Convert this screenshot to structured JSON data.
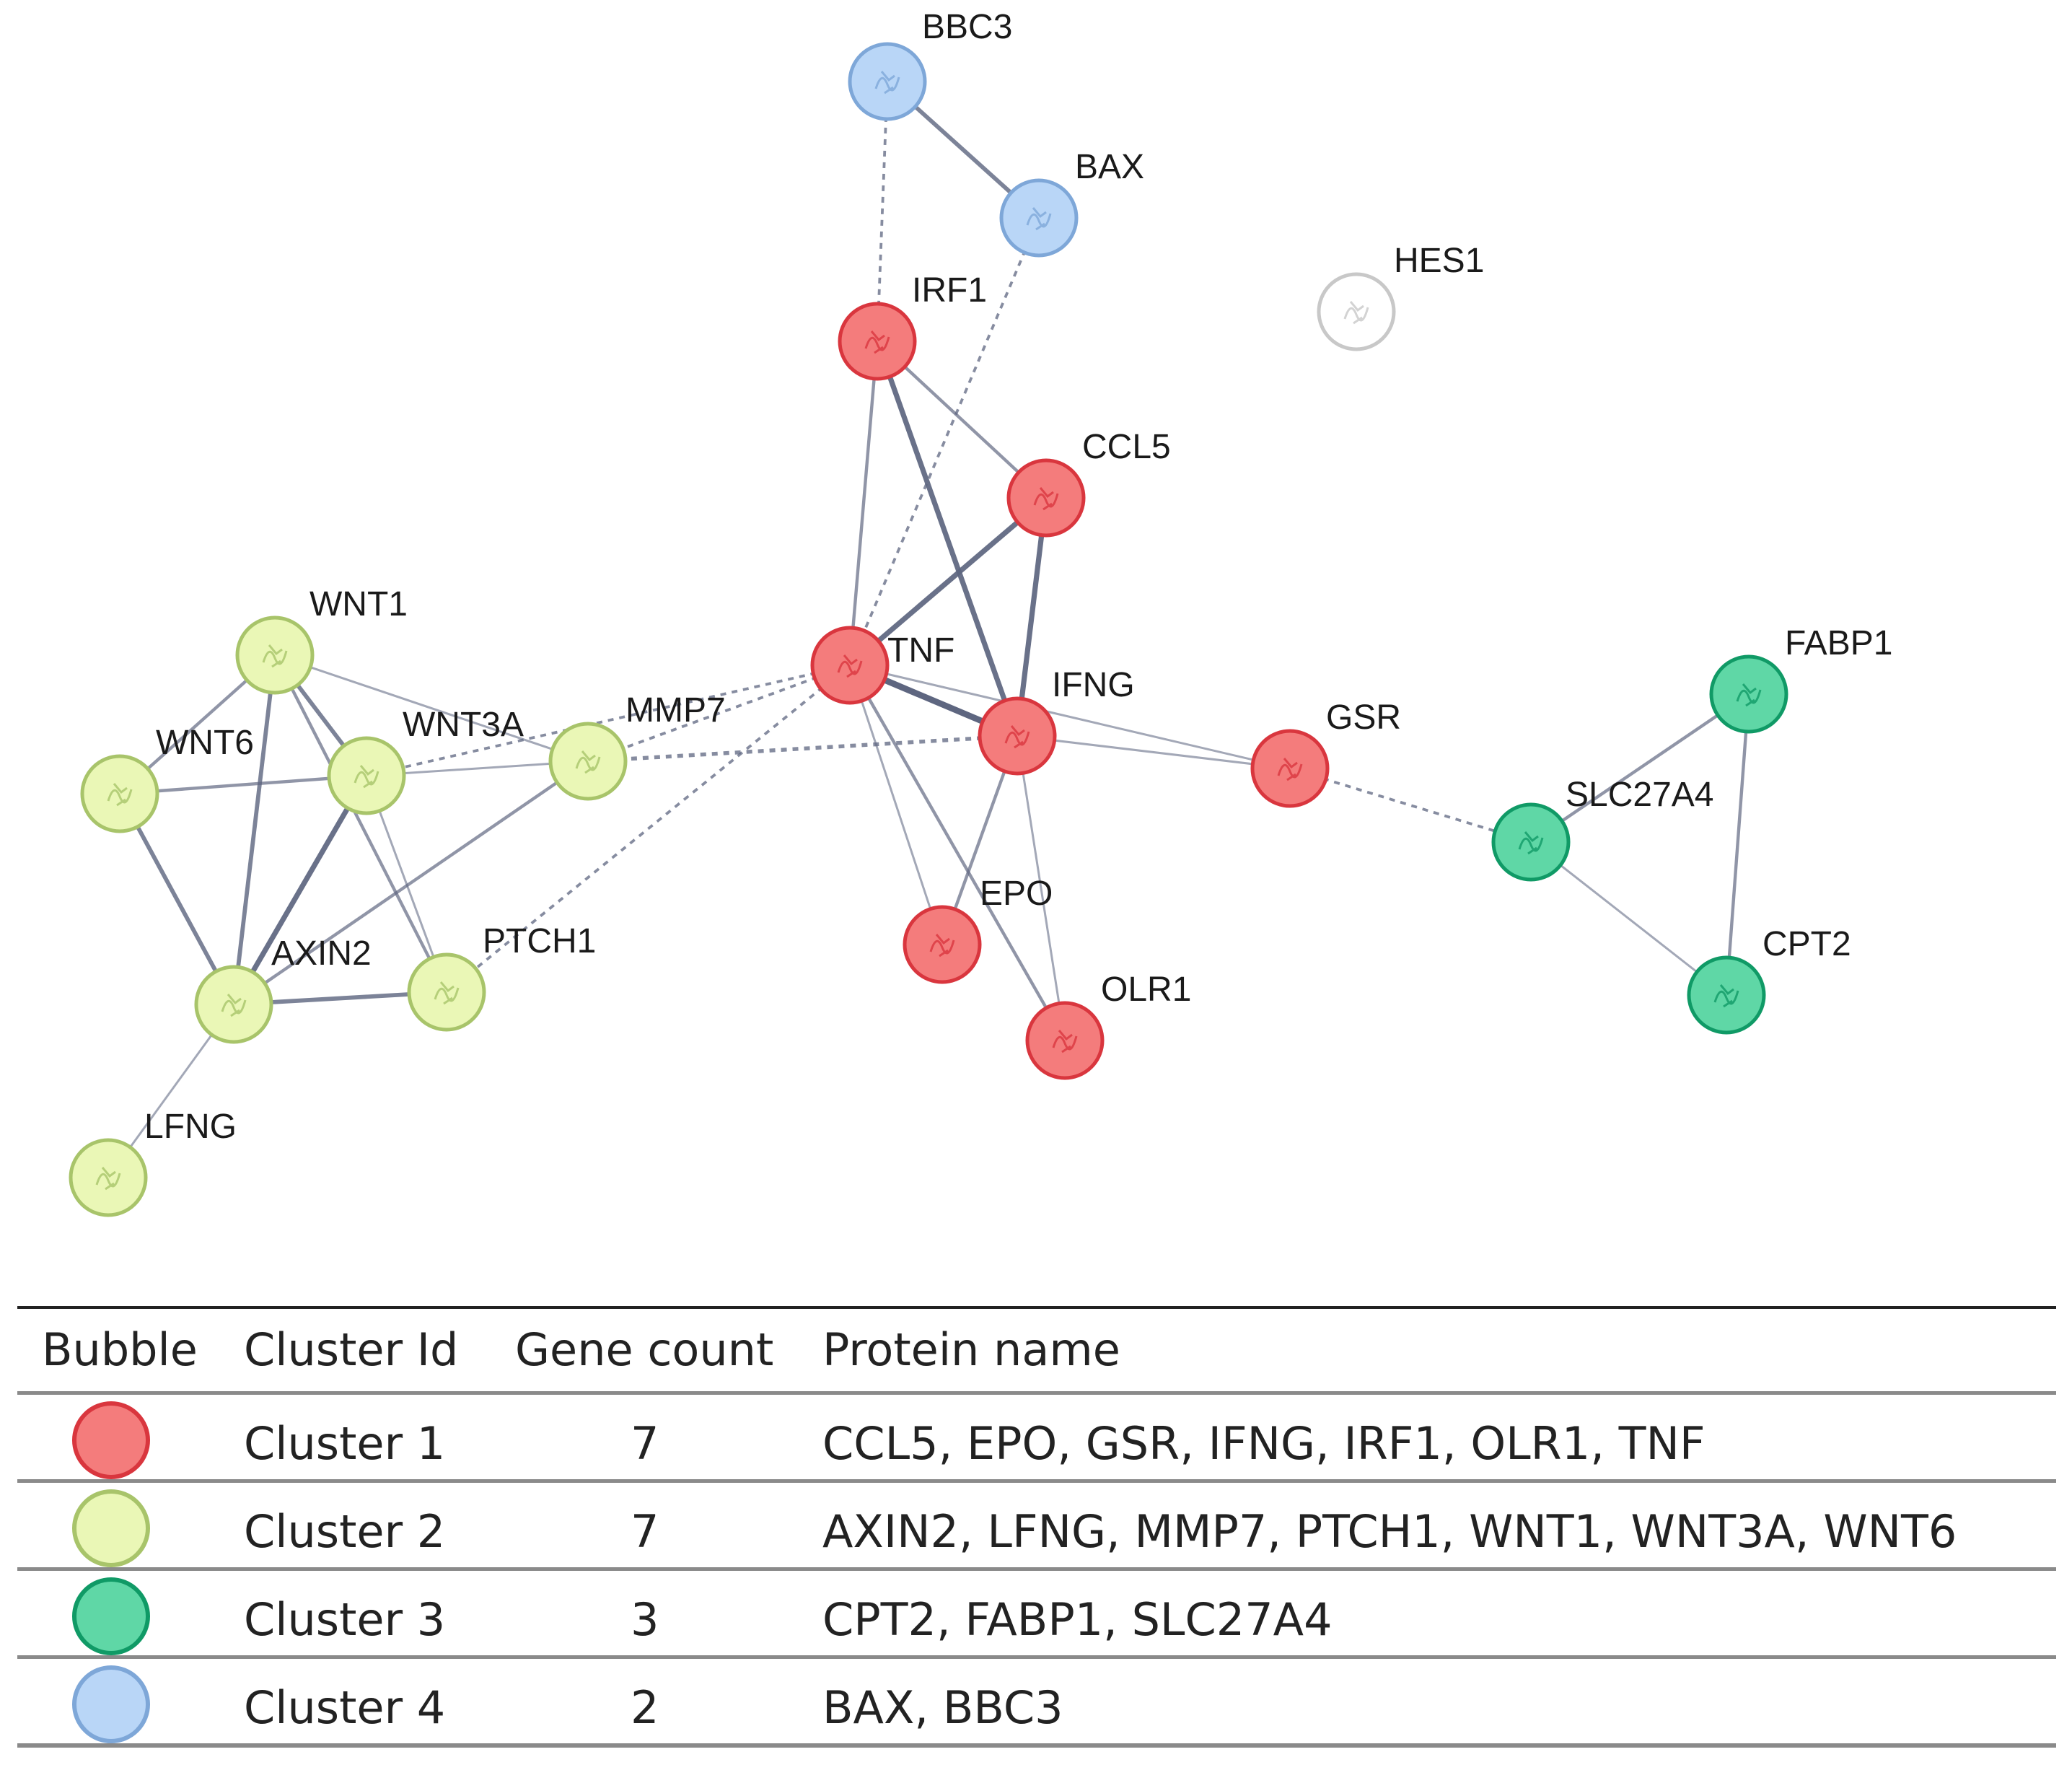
{
  "colors": {
    "cluster1_fill": "#f47c7c",
    "cluster1_stroke": "#d9363e",
    "cluster2_fill": "#eaf7b6",
    "cluster2_stroke": "#a8c46a",
    "cluster3_fill": "#5fd7a6",
    "cluster3_stroke": "#109a66",
    "cluster4_fill": "#b9d6f7",
    "cluster4_stroke": "#7ea7d8",
    "singleton_fill": "#ffffff",
    "singleton_stroke": "#c8c8c8",
    "edge": "#5e6680"
  },
  "nodes": [
    {
      "id": "BBC3",
      "label": "BBC3",
      "cluster": 4
    },
    {
      "id": "BAX",
      "label": "BAX",
      "cluster": 4
    },
    {
      "id": "HES1",
      "label": "HES1",
      "cluster": 0
    },
    {
      "id": "IRF1",
      "label": "IRF1",
      "cluster": 1
    },
    {
      "id": "CCL5",
      "label": "CCL5",
      "cluster": 1
    },
    {
      "id": "TNF",
      "label": "TNF",
      "cluster": 1
    },
    {
      "id": "IFNG",
      "label": "IFNG",
      "cluster": 1
    },
    {
      "id": "GSR",
      "label": "GSR",
      "cluster": 1
    },
    {
      "id": "EPO",
      "label": "EPO",
      "cluster": 1
    },
    {
      "id": "OLR1",
      "label": "OLR1",
      "cluster": 1
    },
    {
      "id": "WNT1",
      "label": "WNT1",
      "cluster": 2
    },
    {
      "id": "WNT6",
      "label": "WNT6",
      "cluster": 2
    },
    {
      "id": "WNT3A",
      "label": "WNT3A",
      "cluster": 2
    },
    {
      "id": "MMP7",
      "label": "MMP7",
      "cluster": 2
    },
    {
      "id": "AXIN2",
      "label": "AXIN2",
      "cluster": 2
    },
    {
      "id": "PTCH1",
      "label": "PTCH1",
      "cluster": 2
    },
    {
      "id": "LFNG",
      "label": "LFNG",
      "cluster": 2
    },
    {
      "id": "FABP1",
      "label": "FABP1",
      "cluster": 3
    },
    {
      "id": "SLC27A4",
      "label": "SLC27A4",
      "cluster": 3
    },
    {
      "id": "CPT2",
      "label": "CPT2",
      "cluster": 3
    }
  ],
  "edges": [
    {
      "source": "BBC3",
      "target": "BAX",
      "style": "solid",
      "weight": 3
    },
    {
      "source": "BBC3",
      "target": "IRF1",
      "style": "dashed",
      "weight": 1
    },
    {
      "source": "BAX",
      "target": "TNF",
      "style": "dashed",
      "weight": 1
    },
    {
      "source": "IRF1",
      "target": "CCL5",
      "style": "solid",
      "weight": 2
    },
    {
      "source": "IRF1",
      "target": "TNF",
      "style": "solid",
      "weight": 2
    },
    {
      "source": "IRF1",
      "target": "IFNG",
      "style": "solid",
      "weight": 4
    },
    {
      "source": "CCL5",
      "target": "TNF",
      "style": "solid",
      "weight": 4
    },
    {
      "source": "CCL5",
      "target": "IFNG",
      "style": "solid",
      "weight": 4
    },
    {
      "source": "TNF",
      "target": "IFNG",
      "style": "solid",
      "weight": 5
    },
    {
      "source": "TNF",
      "target": "GSR",
      "style": "solid",
      "weight": 1
    },
    {
      "source": "IFNG",
      "target": "GSR",
      "style": "solid",
      "weight": 1
    },
    {
      "source": "TNF",
      "target": "EPO",
      "style": "solid",
      "weight": 1
    },
    {
      "source": "TNF",
      "target": "OLR1",
      "style": "solid",
      "weight": 2
    },
    {
      "source": "IFNG",
      "target": "EPO",
      "style": "solid",
      "weight": 2
    },
    {
      "source": "IFNG",
      "target": "OLR1",
      "style": "solid",
      "weight": 1
    },
    {
      "source": "GSR",
      "target": "SLC27A4",
      "style": "dashed",
      "weight": 1
    },
    {
      "source": "TNF",
      "target": "MMP7",
      "style": "dashed",
      "weight": 1
    },
    {
      "source": "TNF",
      "target": "WNT3A",
      "style": "dashed",
      "weight": 1
    },
    {
      "source": "TNF",
      "target": "PTCH1",
      "style": "dashed",
      "weight": 1
    },
    {
      "source": "IFNG",
      "target": "MMP7",
      "style": "dashed",
      "weight": 3
    },
    {
      "source": "WNT1",
      "target": "WNT6",
      "style": "solid",
      "weight": 2
    },
    {
      "source": "WNT1",
      "target": "WNT3A",
      "style": "solid",
      "weight": 3
    },
    {
      "source": "WNT1",
      "target": "AXIN2",
      "style": "solid",
      "weight": 3
    },
    {
      "source": "WNT1",
      "target": "PTCH1",
      "style": "solid",
      "weight": 2
    },
    {
      "source": "WNT1",
      "target": "MMP7",
      "style": "solid",
      "weight": 1
    },
    {
      "source": "WNT6",
      "target": "WNT3A",
      "style": "solid",
      "weight": 2
    },
    {
      "source": "WNT6",
      "target": "AXIN2",
      "style": "solid",
      "weight": 3
    },
    {
      "source": "WNT3A",
      "target": "AXIN2",
      "style": "solid",
      "weight": 4
    },
    {
      "source": "WNT3A",
      "target": "PTCH1",
      "style": "solid",
      "weight": 1
    },
    {
      "source": "WNT3A",
      "target": "MMP7",
      "style": "solid",
      "weight": 1
    },
    {
      "source": "AXIN2",
      "target": "MMP7",
      "style": "solid",
      "weight": 2
    },
    {
      "source": "AXIN2",
      "target": "PTCH1",
      "style": "solid",
      "weight": 3
    },
    {
      "source": "AXIN2",
      "target": "LFNG",
      "style": "solid",
      "weight": 1
    },
    {
      "source": "FABP1",
      "target": "SLC27A4",
      "style": "solid",
      "weight": 2
    },
    {
      "source": "FABP1",
      "target": "CPT2",
      "style": "solid",
      "weight": 2
    },
    {
      "source": "SLC27A4",
      "target": "CPT2",
      "style": "solid",
      "weight": 1
    }
  ],
  "table": {
    "headers": {
      "bubble": "Bubble",
      "cluster_id": "Cluster Id",
      "gene_count": "Gene count",
      "protein_name": "Protein name"
    },
    "rows": [
      {
        "cluster": 1,
        "cluster_id": "Cluster 1",
        "gene_count": "7",
        "protein_name": "CCL5, EPO, GSR, IFNG, IRF1, OLR1, TNF"
      },
      {
        "cluster": 2,
        "cluster_id": "Cluster 2",
        "gene_count": "7",
        "protein_name": "AXIN2, LFNG, MMP7, PTCH1, WNT1, WNT3A, WNT6"
      },
      {
        "cluster": 3,
        "cluster_id": "Cluster 3",
        "gene_count": "3",
        "protein_name": "CPT2, FABP1, SLC27A4"
      },
      {
        "cluster": 4,
        "cluster_id": "Cluster 4",
        "gene_count": "2",
        "protein_name": "BAX, BBC3"
      }
    ]
  }
}
